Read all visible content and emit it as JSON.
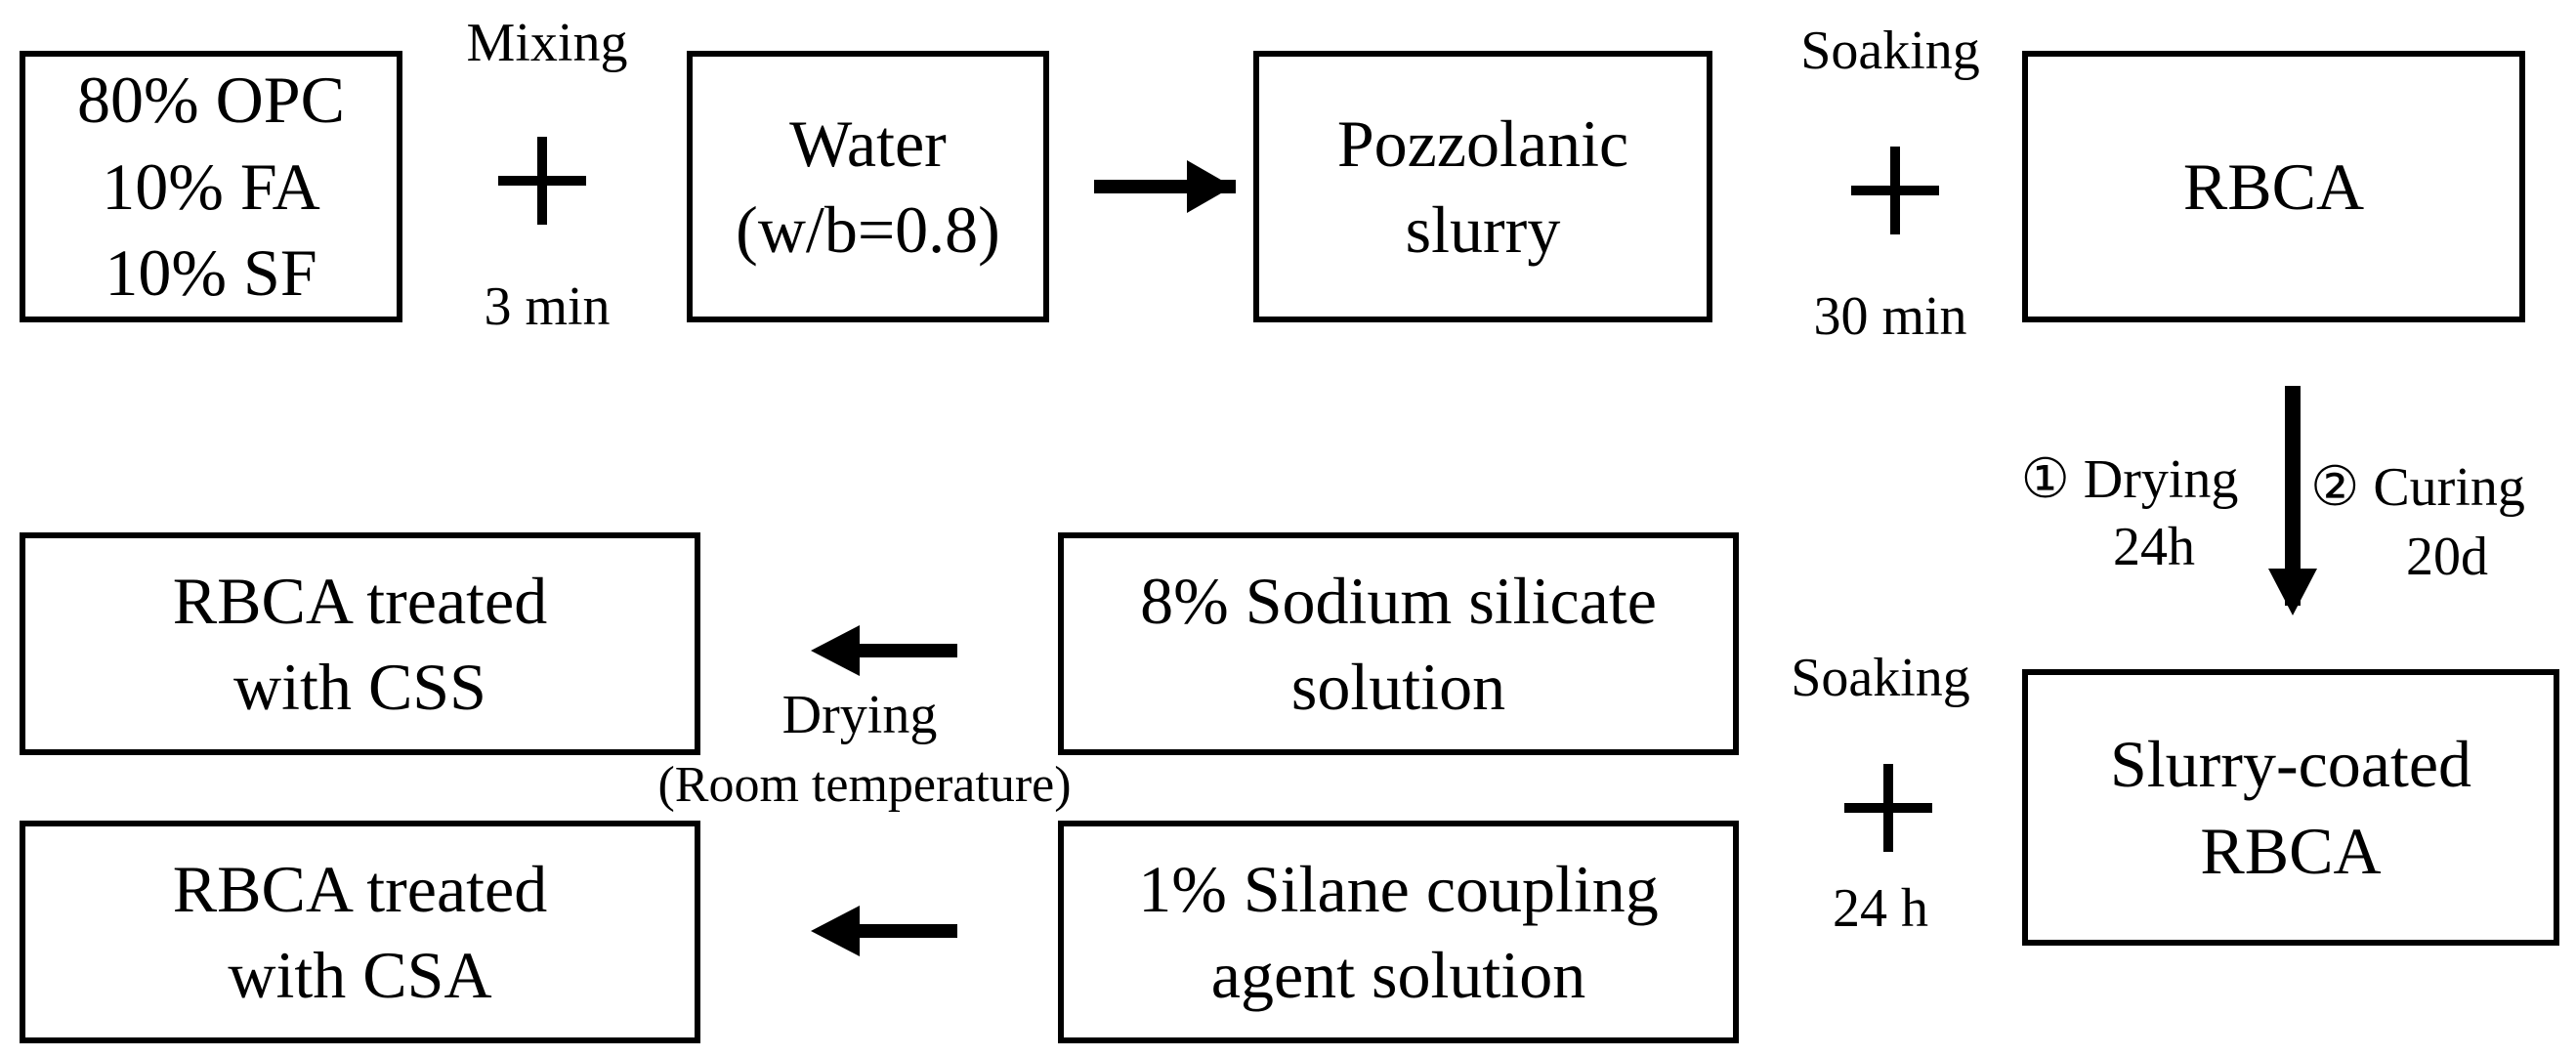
{
  "boxes": {
    "binder": [
      "80% OPC",
      "10% FA",
      "10% SF"
    ],
    "water": [
      "Water",
      "(w/b=0.8)"
    ],
    "slurry": [
      "Pozzolanic",
      "slurry"
    ],
    "rbca": [
      "RBCA"
    ],
    "coated": [
      "Slurry-coated",
      "RBCA"
    ],
    "sodium": [
      "8% Sodium silicate",
      "solution"
    ],
    "silane": [
      "1% Silane coupling",
      "agent solution"
    ],
    "css": [
      "RBCA treated",
      "with CSS"
    ],
    "csa": [
      "RBCA treated",
      "with CSA"
    ]
  },
  "steps": {
    "mixing": "Mixing",
    "mixing_time": "3 min",
    "soaking1": "Soaking",
    "soaking1_time": "30 min",
    "drying_step": "① Drying",
    "drying_time": "24h",
    "curing_step": "② Curing",
    "curing_time": "20d",
    "soaking2": "Soaking",
    "soaking2_time": "24 h",
    "drying_final": "Drying",
    "drying_final_note": "(Room temperature)"
  }
}
